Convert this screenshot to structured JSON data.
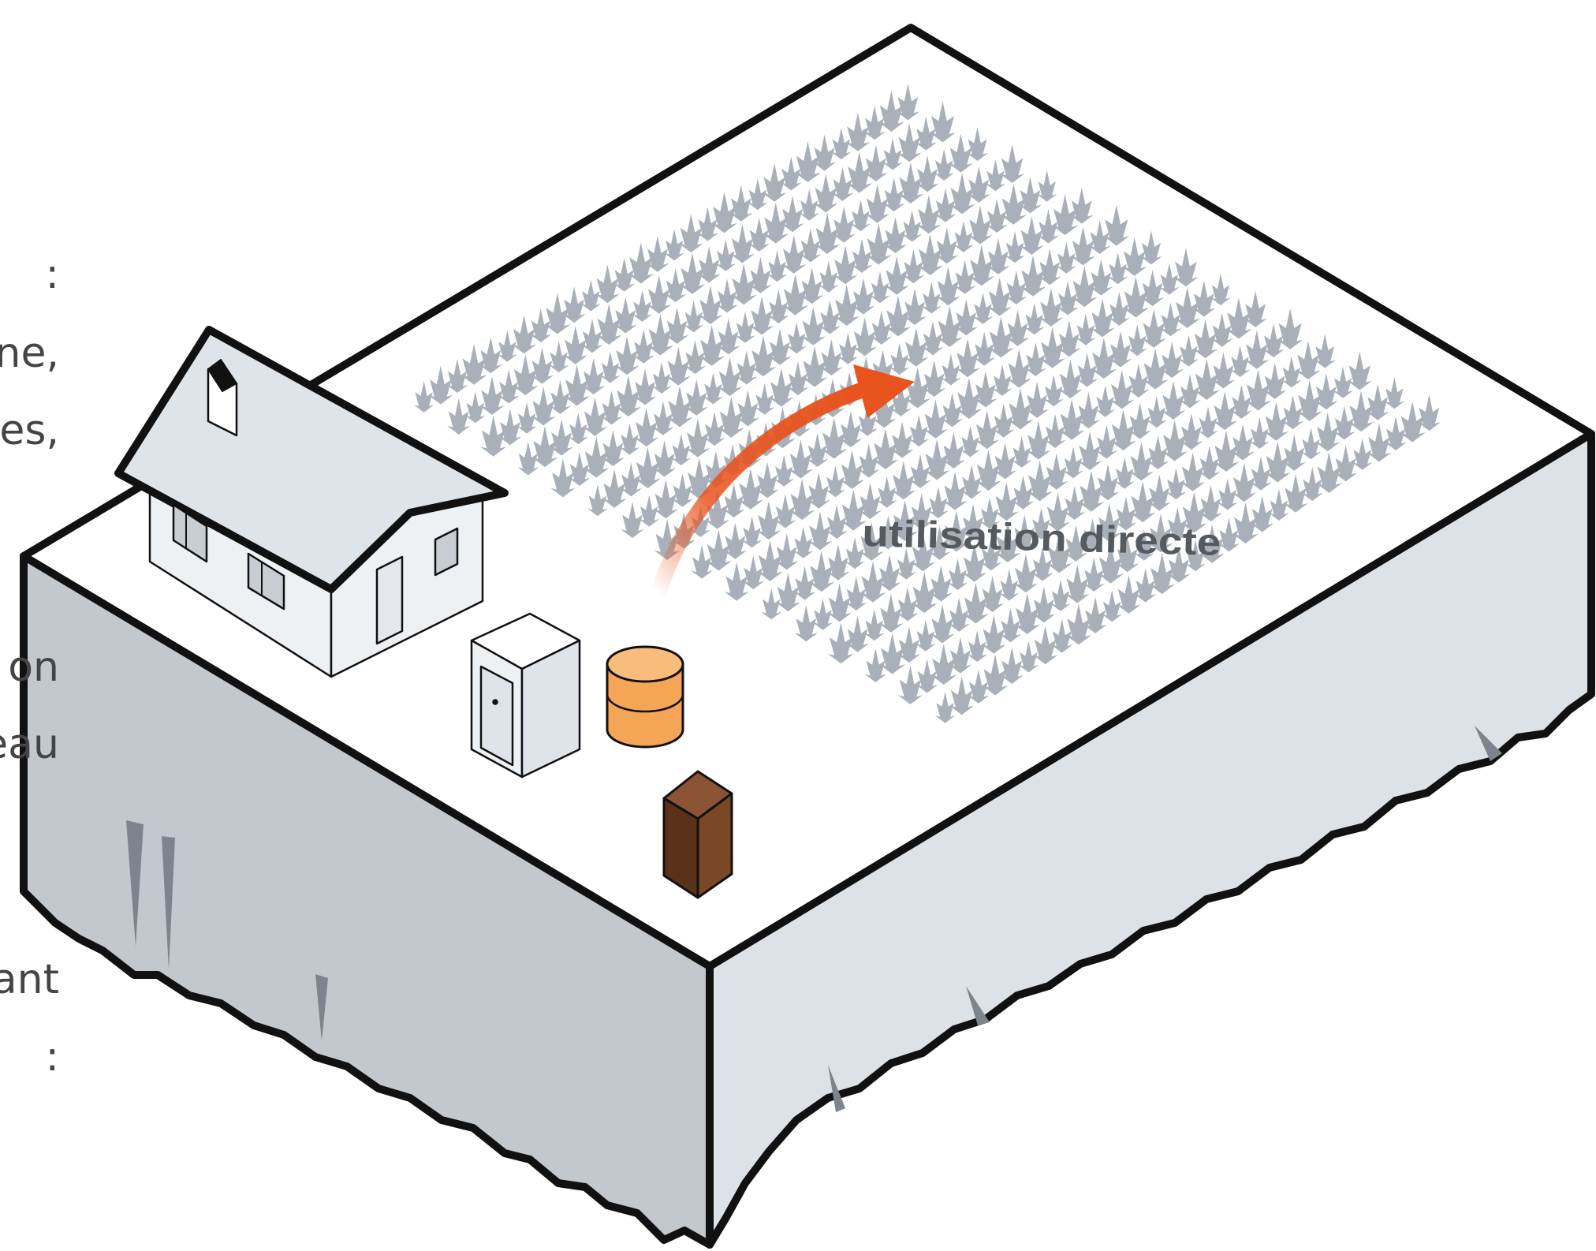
{
  "left_text_fragments": [
    ":",
    "ne,",
    "es,",
    "on",
    "eau",
    "ant",
    ":"
  ],
  "diagram": {
    "label": "utilisation directe",
    "colors": {
      "plot_top": "#ffffff",
      "front_face": "#c3c8cf",
      "right_face": "#dde2e8",
      "outline": "#111111",
      "crops": "#a9b0b9",
      "arrow": "#e8531e",
      "tank": "#f5a556",
      "bin": "#6b3d22",
      "house": "#eef1f4",
      "roof": "#dfe4ea"
    },
    "icons": [
      "house-icon",
      "toilet-cabin-icon",
      "tank-icon",
      "compost-bin-icon",
      "crop-field-icon",
      "arrow-icon"
    ]
  }
}
